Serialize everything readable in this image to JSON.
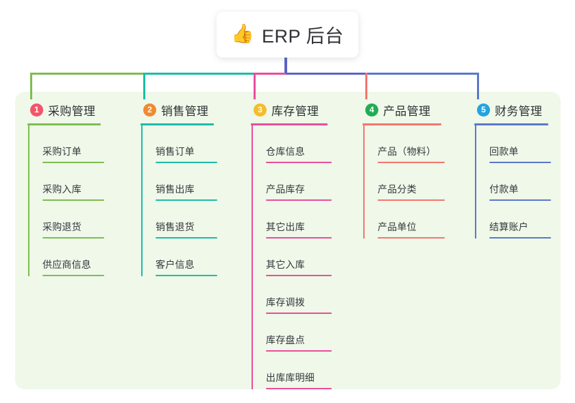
{
  "root": {
    "emoji": "👍",
    "icon_name": "thumbs-up-icon",
    "label": "ERP 后台"
  },
  "palette": {
    "panel_bg": "#eff8e9",
    "canvas_bg": "#ffffff",
    "stem": "#5a63c4",
    "text": "#2f3135"
  },
  "columns": [
    {
      "number": "1",
      "label": "采购管理",
      "badge_color": "#f4546b",
      "line_color": "#7dbd50",
      "drop_color": "#7dbd50",
      "items": [
        {
          "label": "采购订单"
        },
        {
          "label": "采购入库"
        },
        {
          "label": "采购退货"
        },
        {
          "label": "供应商信息"
        }
      ]
    },
    {
      "number": "2",
      "label": "销售管理",
      "badge_color": "#f08a33",
      "line_color": "#19bda6",
      "drop_color": "#19bda6",
      "items": [
        {
          "label": "销售订单"
        },
        {
          "label": "销售出库"
        },
        {
          "label": "销售退货"
        },
        {
          "label": "客户信息"
        }
      ]
    },
    {
      "number": "3",
      "label": "库存管理",
      "badge_color": "#f5bc2b",
      "line_color": "#ea4d9b",
      "drop_color": "#ea4d9b",
      "items": [
        {
          "label": "仓库信息"
        },
        {
          "label": "产品库存"
        },
        {
          "label": "其它出库"
        },
        {
          "label": "其它入库"
        },
        {
          "label": "库存调拨"
        },
        {
          "label": "库存盘点"
        },
        {
          "label": "出库库明细"
        }
      ]
    },
    {
      "number": "4",
      "label": "产品管理",
      "badge_color": "#20ad53",
      "line_color": "#f4756e",
      "drop_color": "#f4756e",
      "items": [
        {
          "label": "产品（物料）"
        },
        {
          "label": "产品分类"
        },
        {
          "label": "产品单位"
        }
      ]
    },
    {
      "number": "5",
      "label": "财务管理",
      "badge_color": "#23a3e0",
      "line_color": "#5a78c8",
      "drop_color": "#5a78c8",
      "items": [
        {
          "label": "回款单"
        },
        {
          "label": "付款单"
        },
        {
          "label": "结算账户"
        }
      ]
    }
  ]
}
